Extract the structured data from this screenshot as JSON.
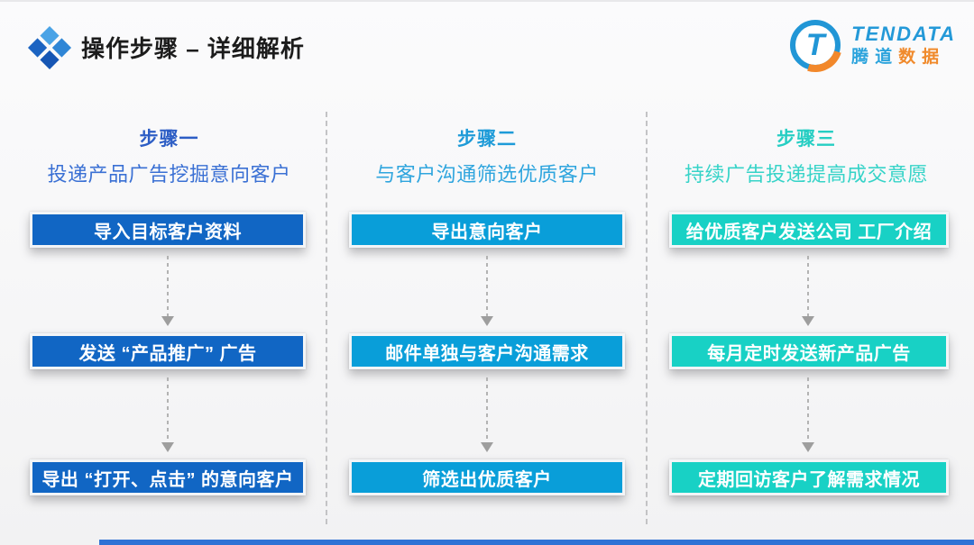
{
  "header": {
    "title": "操作步骤 – 详细解析"
  },
  "logo": {
    "brand_en": "TENDATA",
    "brand_cn_blue": "腾道",
    "brand_cn_orange": "数据",
    "emblem_letter": "T",
    "blue": "#2196d6",
    "orange": "#f08a2c"
  },
  "columns": [
    {
      "title": "步骤一",
      "subtitle": "投递产品广告挖掘意向客户",
      "accent": "#2d5ec5",
      "box_color": "#1166c4",
      "boxes": [
        "导入目标客户资料",
        "发送 “产品推广” 广告",
        "导出 “打开、点击” 的意向客户"
      ]
    },
    {
      "title": "步骤二",
      "subtitle": "与客户沟通筛选优质客户",
      "accent": "#1e9bd8",
      "box_color": "#099ed9",
      "boxes": [
        "导出意向客户",
        "邮件单独与客户沟通需求",
        "筛选出优质客户"
      ]
    },
    {
      "title": "步骤三",
      "subtitle": "持续广告投递提高成交意愿",
      "accent": "#26cec3",
      "box_color": "#18d1c5",
      "boxes": [
        "给优质客户发送公司 工厂介绍",
        "每月定时发送新产品广告",
        "定期回访客户了解需求情况"
      ]
    }
  ],
  "footer": {
    "bar_color": "#2f72d5"
  }
}
